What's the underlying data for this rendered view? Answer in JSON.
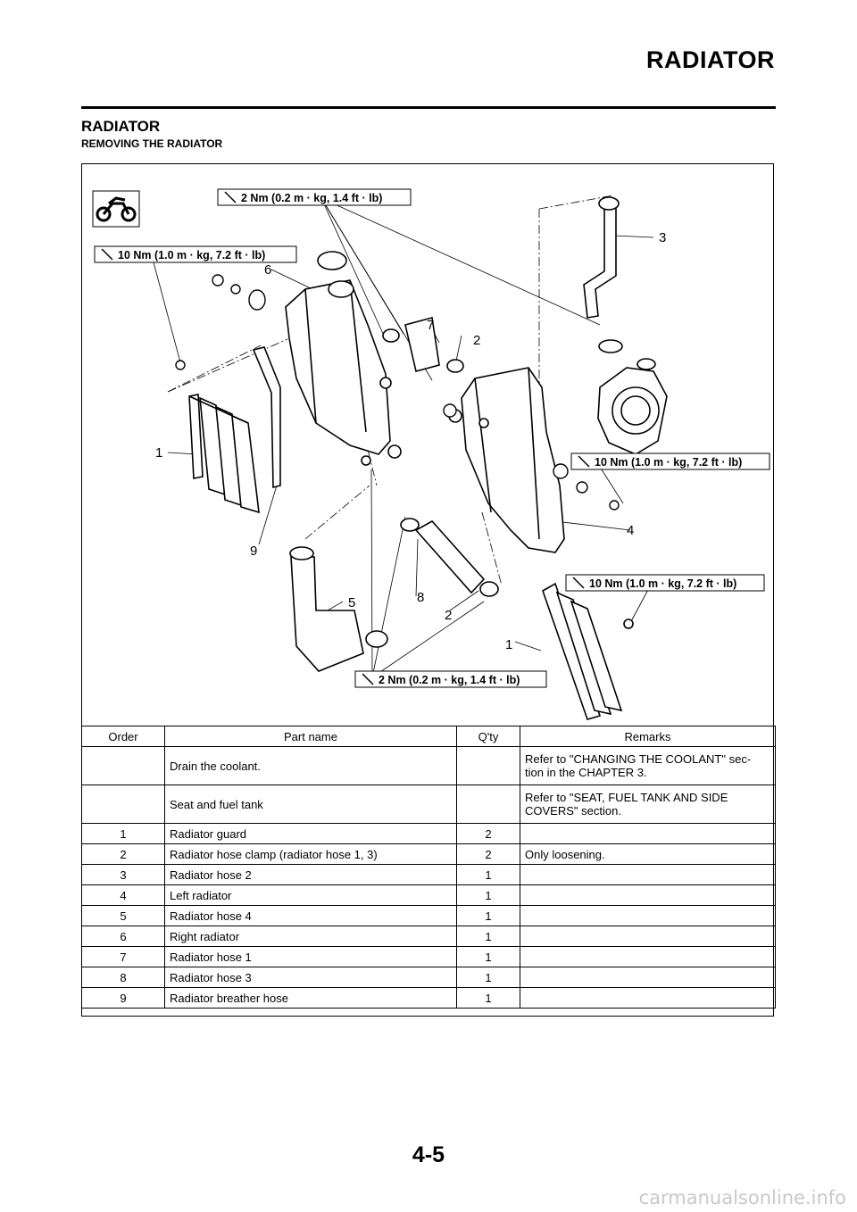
{
  "header": {
    "title": "RADIATOR"
  },
  "section": {
    "title": "RADIATOR",
    "subtitle": "REMOVING THE RADIATOR"
  },
  "diagram": {
    "torque_labels": [
      "2 Nm (0.2 m · kg, 1.4 ft · lb)",
      "10 Nm (1.0 m · kg, 7.2 ft · lb)",
      "10 Nm (1.0 m · kg, 7.2 ft · lb)",
      "10 Nm (1.0 m · kg, 7.2 ft · lb)",
      "2 Nm (0.2 m · kg, 1.4 ft · lb)"
    ],
    "callouts": [
      "1",
      "1",
      "2",
      "2",
      "3",
      "4",
      "5",
      "6",
      "7",
      "8",
      "9"
    ]
  },
  "table": {
    "headers": [
      "Order",
      "Part name",
      "Q'ty",
      "Remarks"
    ],
    "rows": [
      {
        "order": "",
        "name": "Drain the coolant.",
        "qty": "",
        "remarks": "Refer to \"CHANGING THE COOLANT\" sec-\ntion in the CHAPTER 3."
      },
      {
        "order": "",
        "name": "Seat and fuel tank",
        "qty": "",
        "remarks": "Refer to \"SEAT, FUEL TANK AND SIDE\nCOVERS\" section."
      },
      {
        "order": "1",
        "name": "Radiator guard",
        "qty": "2",
        "remarks": ""
      },
      {
        "order": "2",
        "name": "Radiator hose clamp (radiator hose 1, 3)",
        "qty": "2",
        "remarks": "Only loosening."
      },
      {
        "order": "3",
        "name": "Radiator hose 2",
        "qty": "1",
        "remarks": ""
      },
      {
        "order": "4",
        "name": "Left radiator",
        "qty": "1",
        "remarks": ""
      },
      {
        "order": "5",
        "name": "Radiator hose 4",
        "qty": "1",
        "remarks": ""
      },
      {
        "order": "6",
        "name": "Right radiator",
        "qty": "1",
        "remarks": ""
      },
      {
        "order": "7",
        "name": "Radiator hose 1",
        "qty": "1",
        "remarks": ""
      },
      {
        "order": "8",
        "name": "Radiator hose 3",
        "qty": "1",
        "remarks": ""
      },
      {
        "order": "9",
        "name": "Radiator breather hose",
        "qty": "1",
        "remarks": ""
      }
    ]
  },
  "footer": {
    "page_number": "4-5",
    "watermark": "carmanualsonline.info"
  }
}
